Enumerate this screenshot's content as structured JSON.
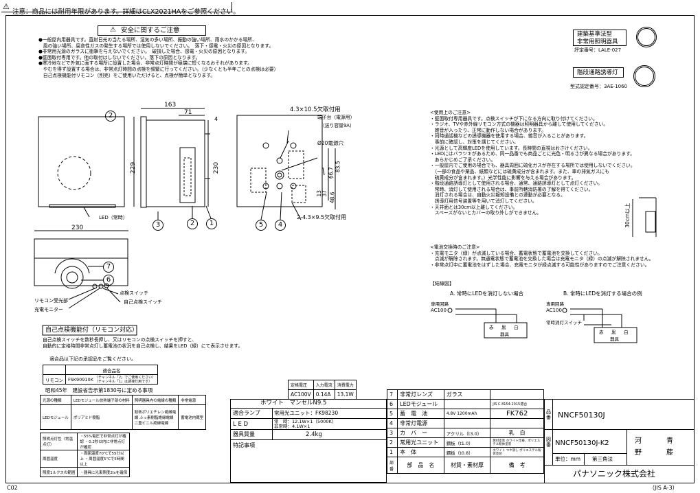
{
  "header": {
    "warning_icon": "warning-triangle-icon",
    "notice": "注意：商品には耐用年限があります。詳細はCLX2021HAをご参照ください。"
  },
  "safety": {
    "title": "安全に関するご注意",
    "lines": [
      "●一般屋内用器具です。直射日光の当たる場所、湿気の多い場所、振動の強い場所、雨水のかかる場所、",
      "　風の強い場所、腐食性ガスの発生する場所では使用しないでください。　落下・感電・火災の原因となります。",
      "●非常用光源のガラスに衝撃を与えないでください。　破損した場合、感電・火災の原因となります。",
      "●壁面取付専用です。他の取付はしないでください。落下の原因となります。",
      "●寒冷地などで外気に面する場所に設置した場合、非常点灯時間が極端に短くなるおそれがあります。",
      "　やむを得ず設置する場合は、非常点灯時間の点検を頻繁に行ってください。（少なくとも半年ごとの点検は必要）",
      "　自己点検機能付リモコン（別売）をご使用いただけると、点検が簡単となります。"
    ]
  },
  "certifications": {
    "building_standard": [
      "建築基準法型",
      "非常用照明器具"
    ],
    "building_standard_no": "評定番号：LALE-027",
    "evac": "階段通路誘導灯",
    "evac_no": "型式認定番号：3AE-1060"
  },
  "drawing": {
    "dims": {
      "d163": "163",
      "d71": "71",
      "d4": "4",
      "d229": "229",
      "d230v": "230",
      "d230h": "230",
      "hole1": "4.3×10.5欠取付用",
      "terminal": "端子台（電源用）",
      "wire": "（送り容量9A）",
      "hole_phi": "Ø20電源穴",
      "d667": "66.7",
      "d835": "83.5",
      "d13": "13",
      "d37": "37",
      "d486": "48.6",
      "hole2": "2-4.3×9.5欠取付用"
    },
    "labels": {
      "led": "LED（常時）",
      "check_switch": "点検スイッチ",
      "self_check_switch": "自己点検スイッチ",
      "remote_receiver": "リモコン受光部",
      "charge_monitor": "充電モニター"
    },
    "callouts": [
      "1",
      "2",
      "3",
      "4",
      "5",
      "6",
      "7"
    ]
  },
  "usage_notes": {
    "title": "<使用上のご注意>",
    "lines": [
      "・壁面取付専用器具です。点検スイッチが下になる方向に取り付けてください。",
      "・ラジオ、TVや赤外線リモコン方式の機器は照明器具から離して使用してください。",
      "　雑音が入ったり、正常に動作しない場合があります。",
      "・同時通話機などの誘導機器を使用する場合、雑音が入ることがあります。",
      "　事前に確認し、対策を講じてください。",
      "・光源として高輝度LEDを使用しています。長時間の直視はおさけください。",
      "・LEDにはバラツキがあるため、同一品番でも商品ごとに光色・明るさが異なる場合があります。",
      "　あらかじめご了承ください。",
      "・一般屋内でご使用の場合でも、器具周囲に硫化ガスが存在する場所では使用しないでください。",
      "　（一部の食品や薬品、紙類などには硫黄成分が含まれます。また、車の排気ガスにも",
      "　硫黄成分が含まれます。）光学性能に影響を与える場合があります。",
      "・階段通路誘導灯として使用される場合、通常、通路誘導灯として点灯ください。",
      "　常時、消灯して使用される場合は、事前所轄消防署の了解を得てください。",
      "　消灯される場合は、自動火災報知設備との連動が必要となる。",
      "　誘導灯用信号装置等を用いて消灯してください。",
      "・天井面とは30cm以上離してください。",
      "　スペースがないとカバーの取り外しができません。"
    ],
    "clearance": "30cm以上"
  },
  "battery_notes": {
    "title": "<電池交換時のご注意>",
    "lines": [
      "・充電モニタ（緑）が点滅している場合、蓄電状態で蓄電池を交換してください。",
      "　点滅が解除されます。無通電状態で蓄電池を交換した場合は充電モニタ（緑）の点滅が解除されません。",
      "・非常点灯中に蓄電池をはずした場合、充電モニタが緑点滅する可能性がありますのでご注意ください。"
    ]
  },
  "wiring": {
    "title": "【結線図】",
    "a_title": "A. 常時にLEDを消灯しない場合",
    "b_title": "B. 常時にLEDを消灯する場合の例",
    "power": [
      "専用回路",
      "AC100"
    ],
    "switch_label": "常時消灯スイッチ",
    "terminal_labels": [
      "赤",
      "黒",
      "白"
    ],
    "terminal_names": "器具"
  },
  "self_check": {
    "title": "自己点検機能付（リモコン対応）",
    "lines": [
      "自己点検スイッチを数秒長押し、又はリモコンの点検スイッチを押すと、",
      "自動的に定格時間非常点灯し蓄電池の状況を自己点検し、結果をLED（緑）にて表示させます。"
    ],
    "remote_intro": "適合品は下記の承認品をご覧ください。",
    "remote_header": "適合品名",
    "remote_label": "リモコン",
    "remote_model": "FSK90910K",
    "remote_desc": [
      "（チャンネル「2」でご使用ください）",
      "（チャンネル「1」は誘導灯用です）"
    ]
  },
  "notice45": {
    "title": "昭和45年　建設省告示第1830号に定める事項",
    "header": [
      "光源の種類",
      "LEDモジュール放熱端子部の材料",
      "照明器具内の電線の種類",
      "非常電源"
    ],
    "row": [
      "LEDモジュール",
      "ポリアミド樹脂",
      "耐熱ポリエチレン絶縁電線 ふっ素樹脂絶縁電線 二重ビニル絶縁電線",
      "蓄電池内蔵型"
    ],
    "specs": [
      [
        "照明点灯性（常温点灯）",
        "・55%電圧で非常点灯が確認 ・0.2秒以内に非常点灯が確認"
      ],
      [
        "周囲温度",
        "・周囲温度70℃で55分以上 ・周囲温度5℃で5時間以上"
      ],
      [
        "照度1ルクスの範囲",
        "・器具に光束照度2lxを確保"
      ]
    ]
  },
  "specs": {
    "rating_header": [
      "定格電圧",
      "入力電流",
      "消費電力"
    ],
    "rating_values": [
      "AC100V",
      "0.14A",
      "13.1W"
    ],
    "color": "ホワイト　マンセルN9.5",
    "lamp_label": "適合ランプ",
    "lamp_value": "常用光ユニット：FK98230",
    "led_label": "L E D",
    "led_value1": "常　時：12.1W×1（5000K）",
    "led_value2": "非常時：4.1W×1",
    "weight_label": "器具質量",
    "weight_value": "2.4kg",
    "special_label": "特記事項"
  },
  "parts": {
    "rows": [
      {
        "no": "7",
        "name": "非常灯レンズ",
        "material": "ガラス",
        "remark": ""
      },
      {
        "no": "6",
        "name": "LEDモジュール",
        "material": "",
        "remark": "JIS C 8154:2015適合"
      },
      {
        "no": "5",
        "name": "蓄　電　池",
        "material": "4.8V 1200mAh",
        "remark": "FK762"
      },
      {
        "no": "4",
        "name": "非常灯電源",
        "material": "",
        "remark": ""
      },
      {
        "no": "3",
        "name": "カ　バ　ー",
        "material": "アクリル（t3.0）",
        "remark": "乳　白"
      },
      {
        "no": "2",
        "name": "常用光ユニット",
        "material": "鋼板（t1.0）",
        "remark": "焼付塗装 ホワイト仕様、ポリエステル粉体塗装"
      },
      {
        "no": "1",
        "name": "本　体",
        "material": "鋼板（t0.8）",
        "remark": "ホワイト つや消し ポリエステル粉体塗装"
      }
    ],
    "header": {
      "no": "部番",
      "name": "部　品　名",
      "material": "材質・素材厚",
      "remark": "備　考"
    }
  },
  "titleblock": {
    "product_no_label": "品番",
    "product_no": "NNCF50130J",
    "drawing_no_label": "図番",
    "drawing_no": "NNCF50130J-K2",
    "unit": "単位：mm",
    "projection": "第三角法",
    "names": [
      "河",
      "青",
      "野",
      "藤"
    ],
    "company": "パナソニック株式会社",
    "footer_left": "C02",
    "footer_right": "（JIS A-3）"
  }
}
